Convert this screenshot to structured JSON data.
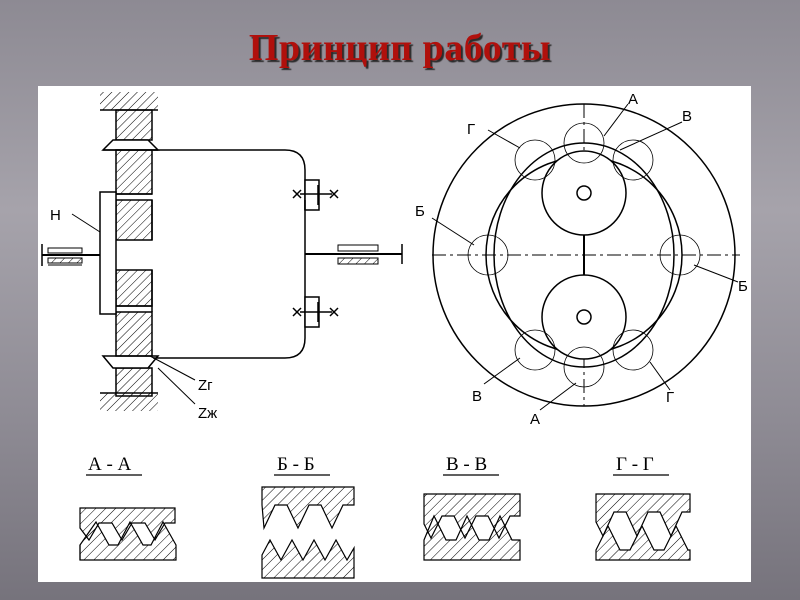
{
  "slide": {
    "title": "Принцип работы"
  },
  "gear_view": {
    "labels": {
      "h": "Н",
      "zg": "Zг",
      "zzh": "Zж"
    }
  },
  "section_view": {
    "labels": {
      "a_top": "А",
      "a_bottom": "А",
      "b_left": "Б",
      "b_right": "Б",
      "v_top": "В",
      "v_bottom": "В",
      "g_top": "Г",
      "g_bottom": "Г"
    }
  },
  "tooth_sections": [
    {
      "label": "А - А"
    },
    {
      "label": "Б - Б"
    },
    {
      "label": "В - В"
    },
    {
      "label": "Г - Г"
    }
  ]
}
